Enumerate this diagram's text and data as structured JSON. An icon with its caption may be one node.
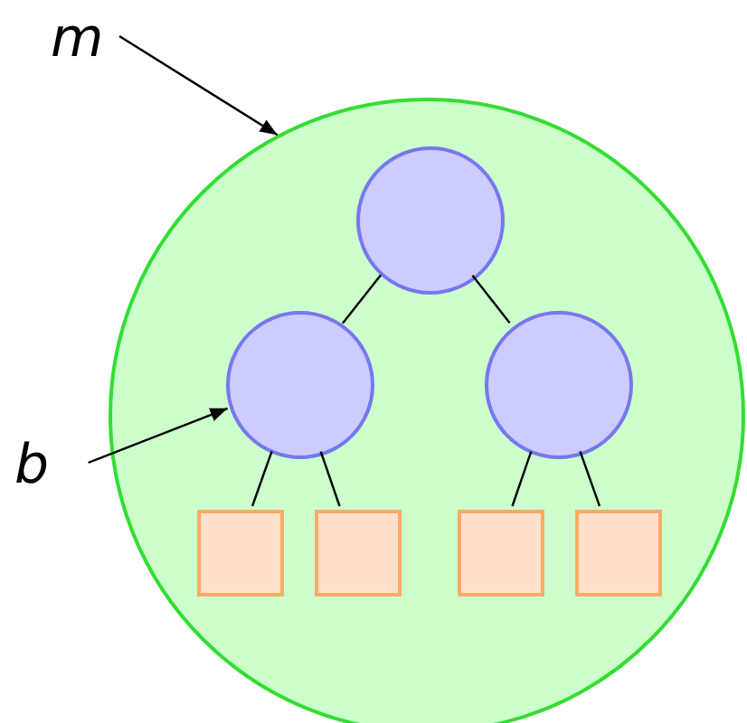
{
  "diagram": {
    "nodes": [
      {
        "text": [
          "m"
        ]
      },
      {
        "text": [
          "b"
        ]
      },
      {
        "text": [],
        "shape": "circle"
      },
      {
        "text": [],
        "shape": "circle",
        "in": 2
      },
      {
        "text": [],
        "shape": "circle",
        "in": 2
      },
      {
        "text": [],
        "shape": "circle",
        "in": 2
      },
      {
        "text": [],
        "shape": "box",
        "in": 2
      },
      {
        "text": [],
        "shape": "box",
        "in": 2
      },
      {
        "text": [],
        "shape": "box",
        "in": 2
      },
      {
        "text": [],
        "shape": "box",
        "in": 2
      }
    ],
    "edges": [
      {
        "from": 0,
        "to": 2,
        "arrow": "to"
      },
      {
        "from": 1,
        "to": 4,
        "arrow": "to"
      },
      {
        "from": 3,
        "to": 4,
        "arrow": "none"
      },
      {
        "from": 3,
        "to": 5,
        "arrow": "none"
      },
      {
        "from": 4,
        "to": 6,
        "arrow": "none"
      },
      {
        "from": 4,
        "to": 7,
        "arrow": "none"
      },
      {
        "from": 5,
        "to": 8,
        "arrow": "none"
      },
      {
        "from": 5,
        "to": 9,
        "arrow": "none"
      }
    ]
  }
}
